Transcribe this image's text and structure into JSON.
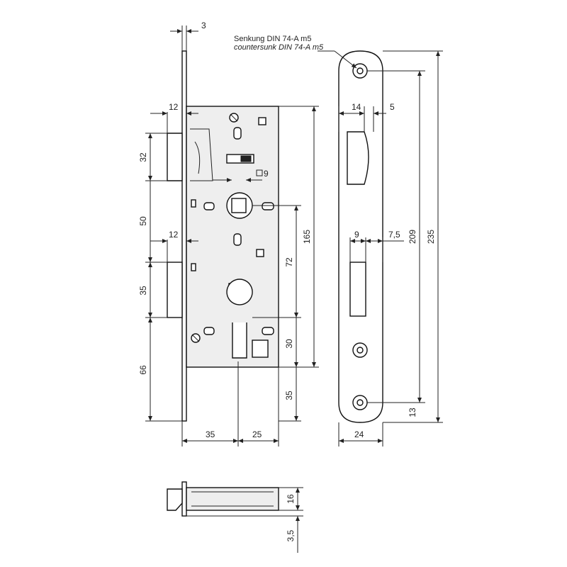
{
  "notes": {
    "countersink_de": "Senkung DIN 74-A m5",
    "countersink_en": "countersunk  DIN 74-A m5"
  },
  "dimensions": {
    "faceplate_thickness": "3",
    "latch_projection": "12",
    "bolt_projection": "12",
    "latch_height": "32",
    "latch_to_bolt": "50",
    "bolt_height": "35",
    "bottom_offset": "66",
    "square_spindle": "9",
    "body_height": "165",
    "center_distance": "72",
    "cylinder_to_bottom": "30",
    "body_bottom_extension": "35",
    "backset": "35",
    "cylinder_offset": "25",
    "strike_latch_width": "14",
    "strike_latch_offset": "5",
    "strike_bolt_width": "9",
    "strike_bolt_offset": "7,5",
    "strike_screw_spacing": "209",
    "strike_total_height": "235",
    "strike_bottom": "13",
    "strike_width": "24",
    "case_depth": "16",
    "case_offset": "3,5"
  }
}
